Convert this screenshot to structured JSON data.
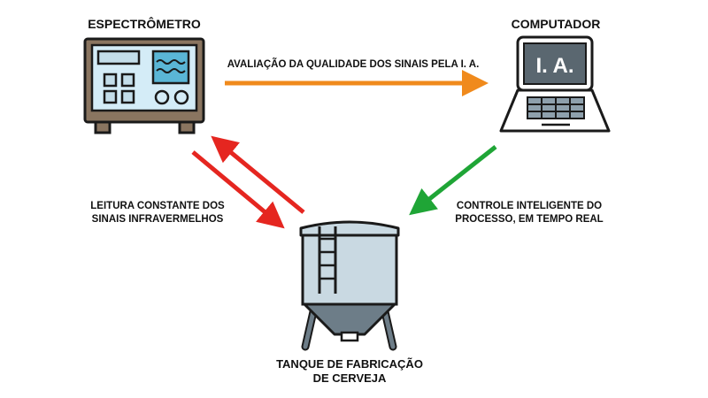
{
  "nodes": {
    "spectrometer": {
      "label": "ESPECTRÔMETRO"
    },
    "computer": {
      "label": "COMPUTADOR",
      "screen_text": "I. A."
    },
    "tank": {
      "label_line1": "TANQUE DE FABRICAÇÃO",
      "label_line2": "DE CERVEJA"
    }
  },
  "edges": {
    "top": {
      "label": "AVALIAÇÃO DA QUALIDADE DOS SINAIS PELA I. A.",
      "color": "#f08a1c"
    },
    "left": {
      "label_line1": "LEITURA CONSTANTE DOS",
      "label_line2": "SINAIS INFRAVERMELHOS",
      "color": "#e52620"
    },
    "right": {
      "label_line1": "CONTROLE INTELIGENTE DO",
      "label_line2": "PROCESSO, EM TEMPO REAL",
      "color": "#1fa536"
    }
  },
  "colors": {
    "device_panel": "#d4ecf7",
    "device_frame": "#8a7560",
    "outline": "#1a1a1a",
    "screen": "#5a6770",
    "tank_body": "#c9d9e2",
    "tank_dark": "#6d7d88"
  }
}
